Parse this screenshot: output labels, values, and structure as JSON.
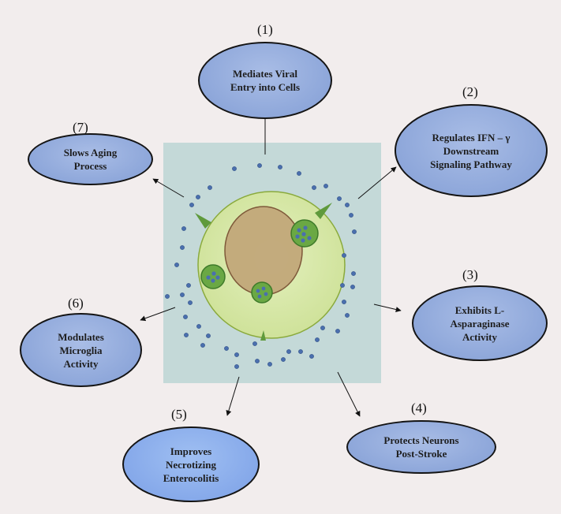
{
  "effects": [
    {
      "number": "(1)",
      "label": "Mediates Viral Entry into Cells"
    },
    {
      "number": "(2)",
      "label": "Regulates IFN – γ Downstream Signaling Pathway"
    },
    {
      "number": "(3)",
      "label": "Exhibits L-Asparaginase Activity"
    },
    {
      "number": "(4)",
      "label": "Protects Neurons Post-Stroke"
    },
    {
      "number": "(5)",
      "label": "Improves Necrotizing Enterocolitis"
    },
    {
      "number": "(6)",
      "label": "Modulates Microglia Activity"
    },
    {
      "number": "(7)",
      "label": "Slows Aging Process"
    }
  ],
  "colors": {
    "background": "#f2eded",
    "panel": "#c4d9d8",
    "cell": "#d6e6a8",
    "nucleus": "#c7a97a",
    "vesicle": "#6aa844",
    "dot": "#4a6fae",
    "bubble": "#8ea7da"
  }
}
